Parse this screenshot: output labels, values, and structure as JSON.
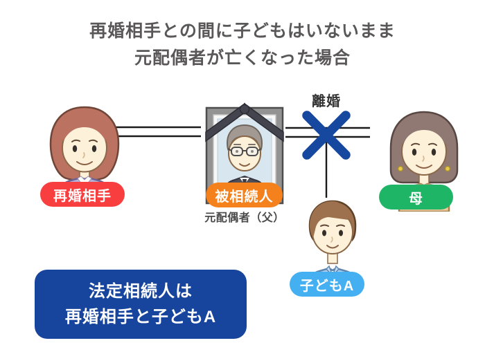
{
  "title": {
    "line1": "再婚相手との間に子どもはいないまま",
    "line2": "元配偶者が亡くなった場合"
  },
  "diagram": {
    "divorce_label": "離婚",
    "people": [
      {
        "id": "remarriage-partner",
        "label": "再婚相手",
        "badge_color": "#f83e3e"
      },
      {
        "id": "decedent",
        "label": "被相続人",
        "badge_color": "#f5811c",
        "sublabel": "元配偶者（父）"
      },
      {
        "id": "mother",
        "label": "母",
        "badge_color": "#1eb567"
      },
      {
        "id": "child-a",
        "label": "子どもA",
        "badge_color": "#44b0f2"
      }
    ]
  },
  "conclusion": {
    "line1": "法定相続人は",
    "line2": "再婚相手と子どもA",
    "bg_color": "#17449c"
  },
  "colors": {
    "title_text": "#595757",
    "connector_line": "#1a1a1a",
    "divorce_x": "#17489f"
  }
}
